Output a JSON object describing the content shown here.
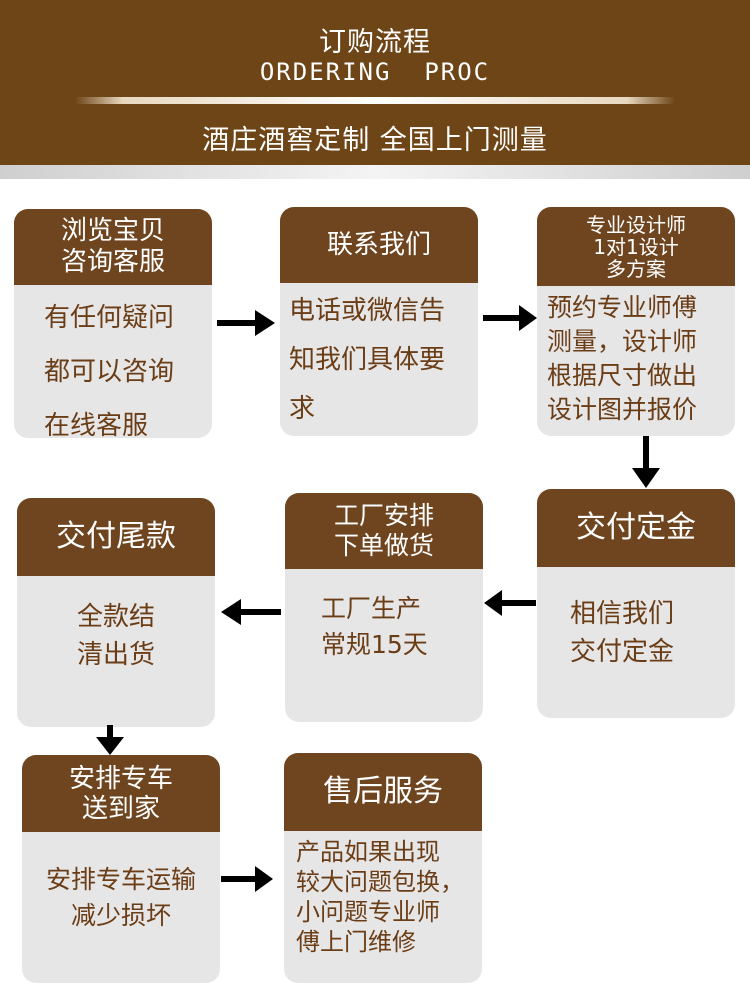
{
  "header": {
    "title": "订购流程",
    "subtitle_en": "ORDERING  PROC",
    "tagline": "酒庄酒窖定制 全国上门测量"
  },
  "steps": [
    {
      "title": "浏览宝贝\n咨询客服",
      "text": "有任何疑问\n都可以咨询\n在线客服"
    },
    {
      "title": "联系我们",
      "text": "电话或微信告\n知我们具体要\n求"
    },
    {
      "title": "专业设计师\n1对1设计\n多方案",
      "text": "预约专业师傅\n测量，设计师\n根据尺寸做出\n设计图并报价"
    },
    {
      "title": "交付定金",
      "text": "相信我们\n交付定金"
    },
    {
      "title": "工厂安排\n下单做货",
      "text": "工厂生产\n常规15天"
    },
    {
      "title": "交付尾款",
      "text": "全款结\n清出货"
    },
    {
      "title": "安排专车\n送到家",
      "text": "安排专车运输\n减少损坏"
    },
    {
      "title": "售后服务",
      "text": "产品如果出现\n较大问题包换，\n小问题专业师\n傅上门维修"
    }
  ],
  "colors": {
    "header_bg": "#6e4517",
    "card_head": "#6f4520",
    "card_body": "#e6e6e6",
    "body_text": "#6b3d16",
    "arrow": "#000000"
  }
}
